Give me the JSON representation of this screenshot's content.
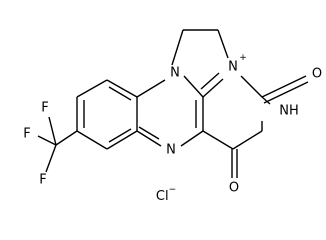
{
  "molecule": {
    "labels": {
      "n_top": "N",
      "n_plus": "N",
      "plus_sign": "+",
      "n_middle": "N",
      "nh": "NH",
      "o_upper": "O",
      "o_lower": "O",
      "f_top": "F",
      "f_left": "F",
      "f_bottom": "F"
    },
    "counterion": "Cl",
    "counterion_charge": "−"
  }
}
